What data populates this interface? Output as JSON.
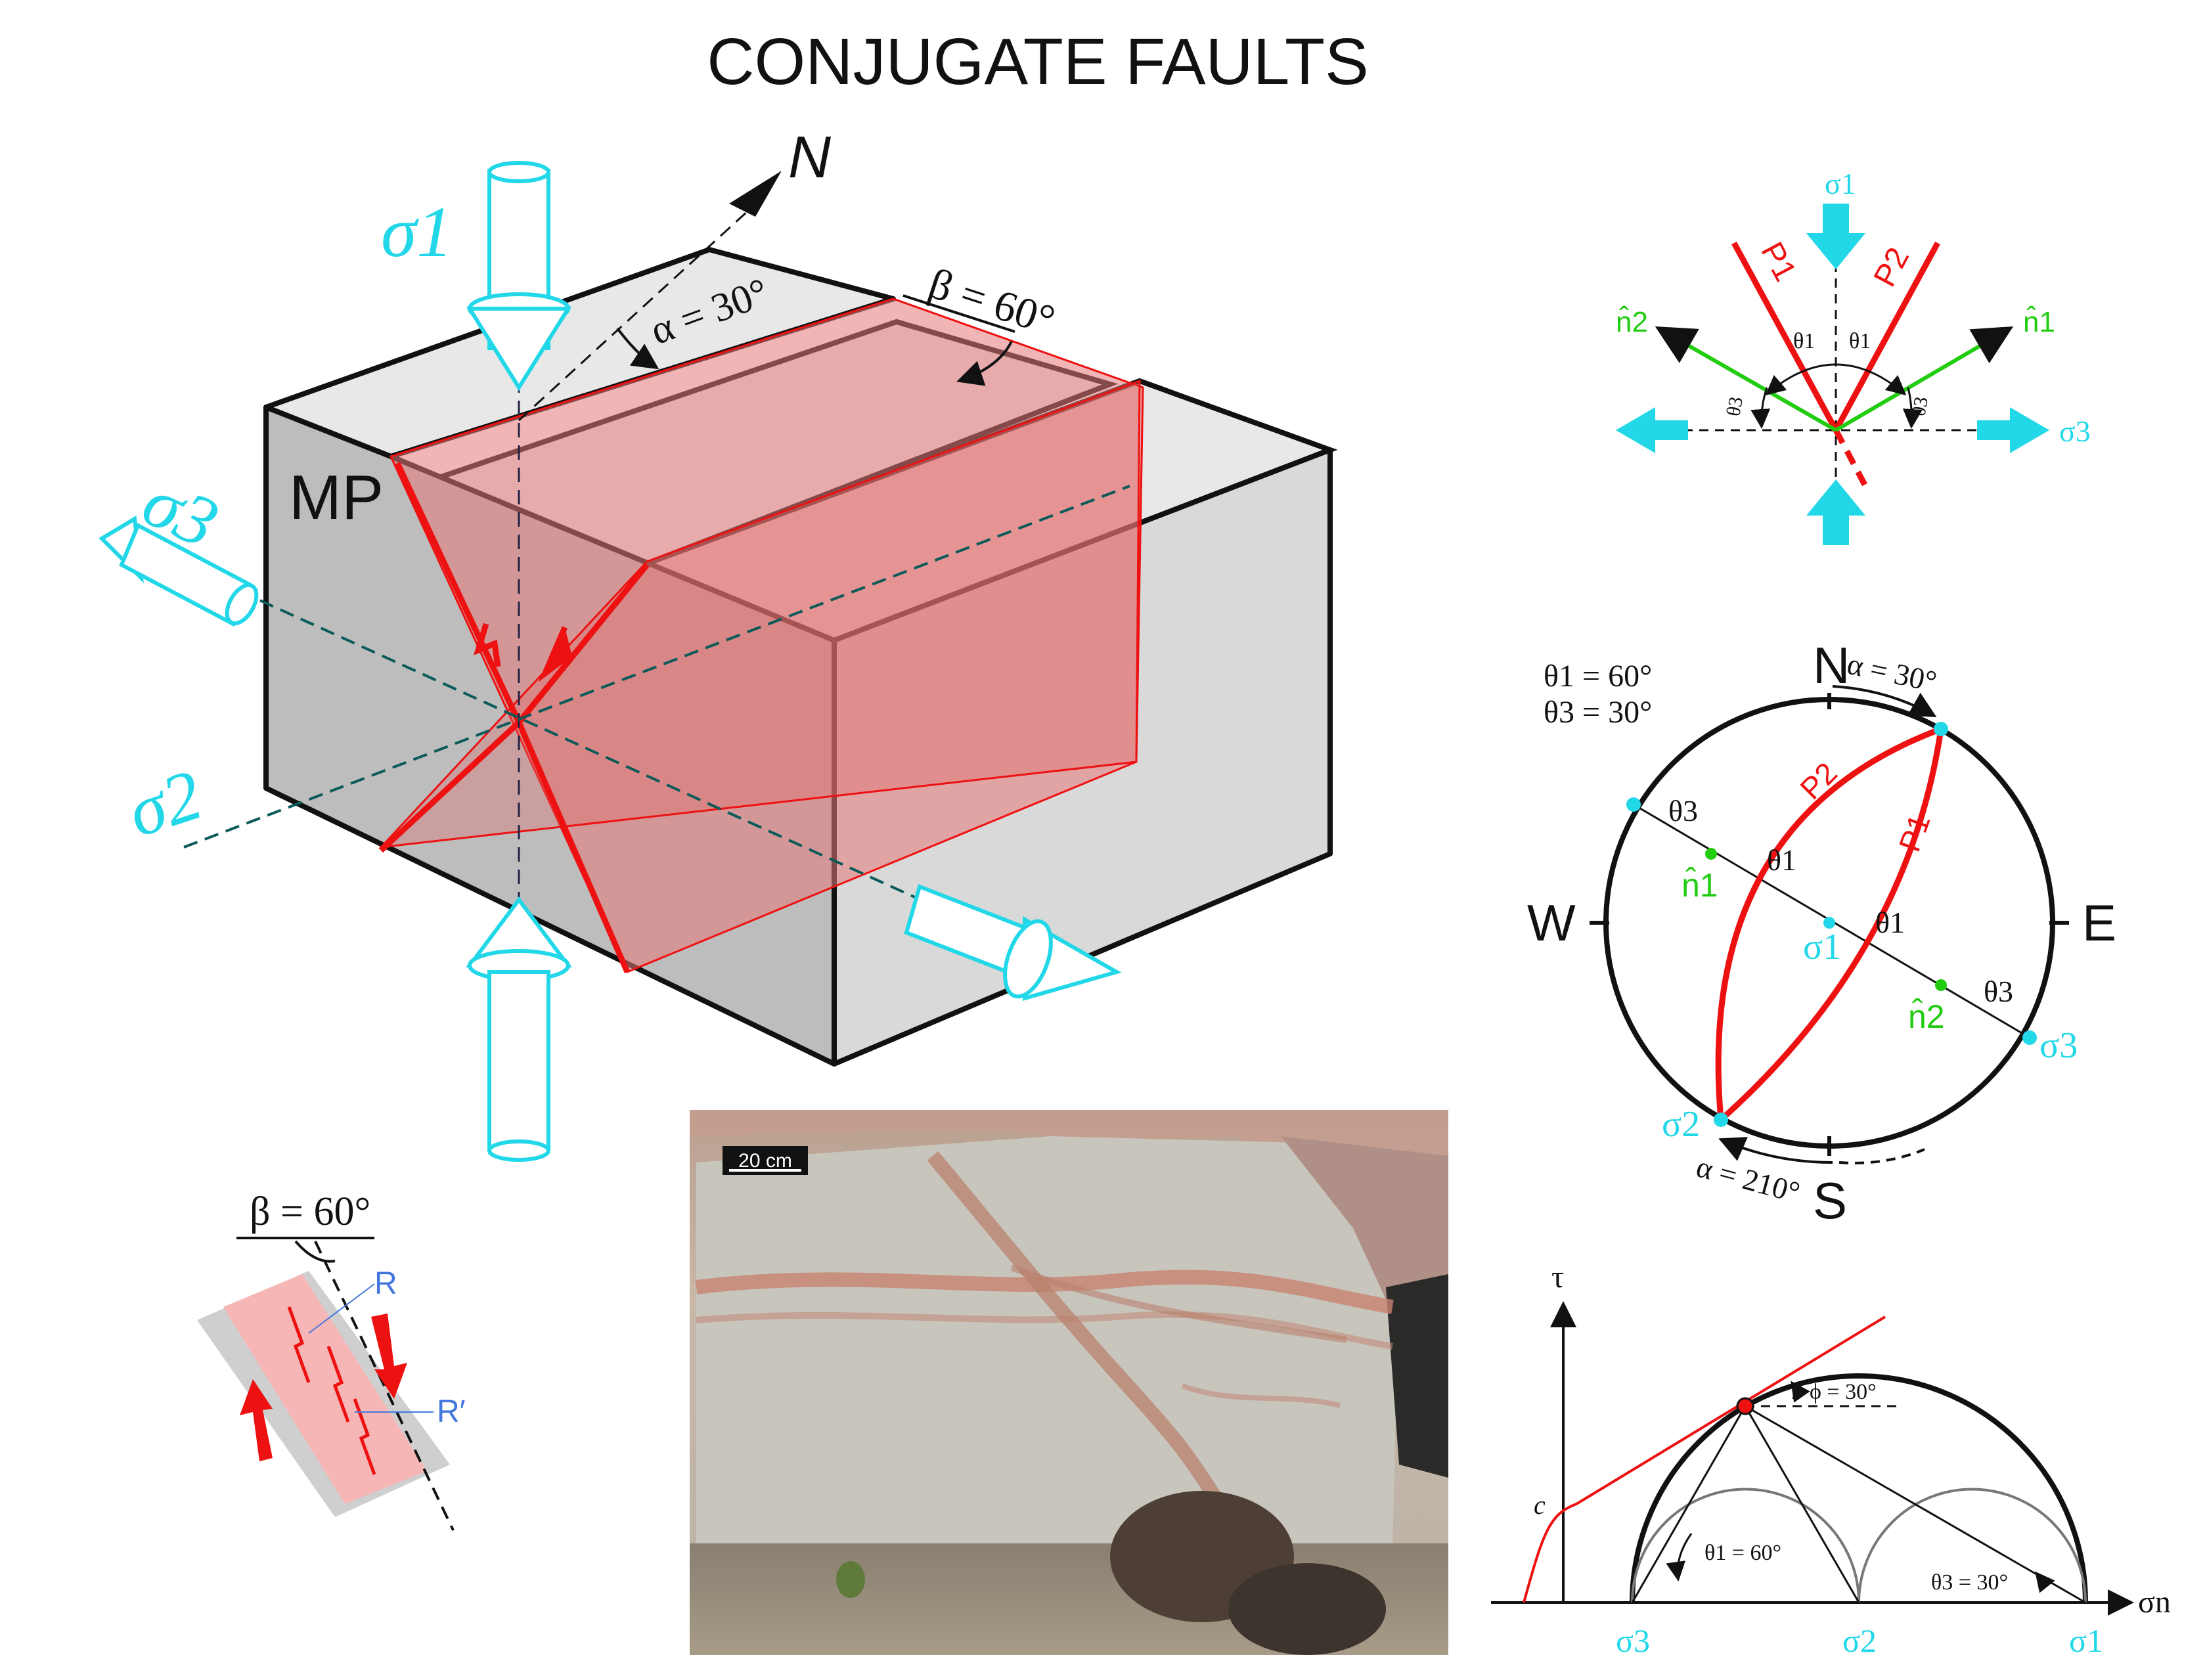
{
  "title": "CONJUGATE FAULTS",
  "colors": {
    "stress": "#22d8e8",
    "fault": "#ee1111",
    "fault_fill": "#f08080",
    "normal": "#22cc11",
    "block_face": "#c8c8c8",
    "block_top": "#e6e6e6",
    "riedel": "#4477dd"
  },
  "block": {
    "north": "N",
    "sigma1": "σ1",
    "sigma2": "σ2",
    "sigma3": "σ3",
    "mp": "MP",
    "alpha": "α = 30°",
    "beta": "β = 60°"
  },
  "stress_cross": {
    "sigma1": "σ1",
    "sigma3": "σ3",
    "p1": "P1",
    "p2": "P2",
    "n1": "n̂1",
    "n2": "n̂2",
    "theta1": "θ1",
    "theta3": "θ3"
  },
  "stereonet": {
    "north": "N",
    "south": "S",
    "east": "E",
    "west": "W",
    "theta1_value": "θ1 = 60°",
    "theta3_value": "θ3 = 30°",
    "alpha_top": "α = 30°",
    "alpha_bottom": "α = 210°",
    "p1": "P1",
    "p2": "P2",
    "sigma1": "σ1",
    "sigma2": "σ2",
    "sigma3": "σ3",
    "n1": "n̂1",
    "n2": "n̂2",
    "theta1": "θ1",
    "theta3": "θ3"
  },
  "riedel": {
    "beta": "β = 60°",
    "r": "R",
    "r_prime": "R′"
  },
  "photo": {
    "scale_bar": "20 cm"
  },
  "mohr": {
    "tau": "τ",
    "sigma_n": "σn",
    "c": "c",
    "phi": "ϕ = 30°",
    "theta1": "θ1 = 60°",
    "theta3": "θ3 = 30°",
    "sigma1": "σ1",
    "sigma2": "σ2",
    "sigma3": "σ3"
  }
}
